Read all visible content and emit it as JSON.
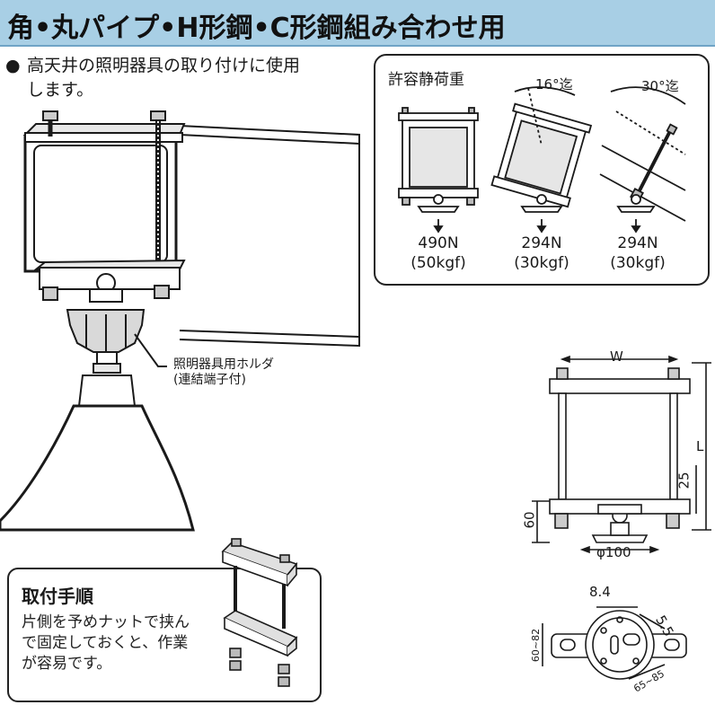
{
  "header": {
    "title": "角•丸パイプ•H形鋼•C形鋼組み合わせ用"
  },
  "intro": {
    "bullet": "●",
    "line1": "高天井の照明器具の取り付けに使用",
    "line2": "します。"
  },
  "holder_label": {
    "line1": "照明器具用ホルダ",
    "line2": "(連結端子付)"
  },
  "load_panel": {
    "title": "許容静荷重",
    "angle_16": "16°迄",
    "angle_30": "30°迄",
    "loads": [
      {
        "n": "490N",
        "kgf": "(50kgf)"
      },
      {
        "n": "294N",
        "kgf": "(30kgf)"
      },
      {
        "n": "294N",
        "kgf": "(30kgf)"
      }
    ]
  },
  "steps_panel": {
    "title": "取付手順",
    "line1": "片側を予めナットで挟ん",
    "line2": "で固定しておくと、作業",
    "line3": "が容易です。"
  },
  "dims": {
    "w": "W",
    "l": "L",
    "d25": "25",
    "d60": "60",
    "phi100": "φ100",
    "d84": "8.4",
    "d55": "5.5",
    "d60_82": "60~82",
    "d65_85": "65~85"
  },
  "colors": {
    "title_bg": "#a8cfe5",
    "line": "#1a1a1a"
  }
}
